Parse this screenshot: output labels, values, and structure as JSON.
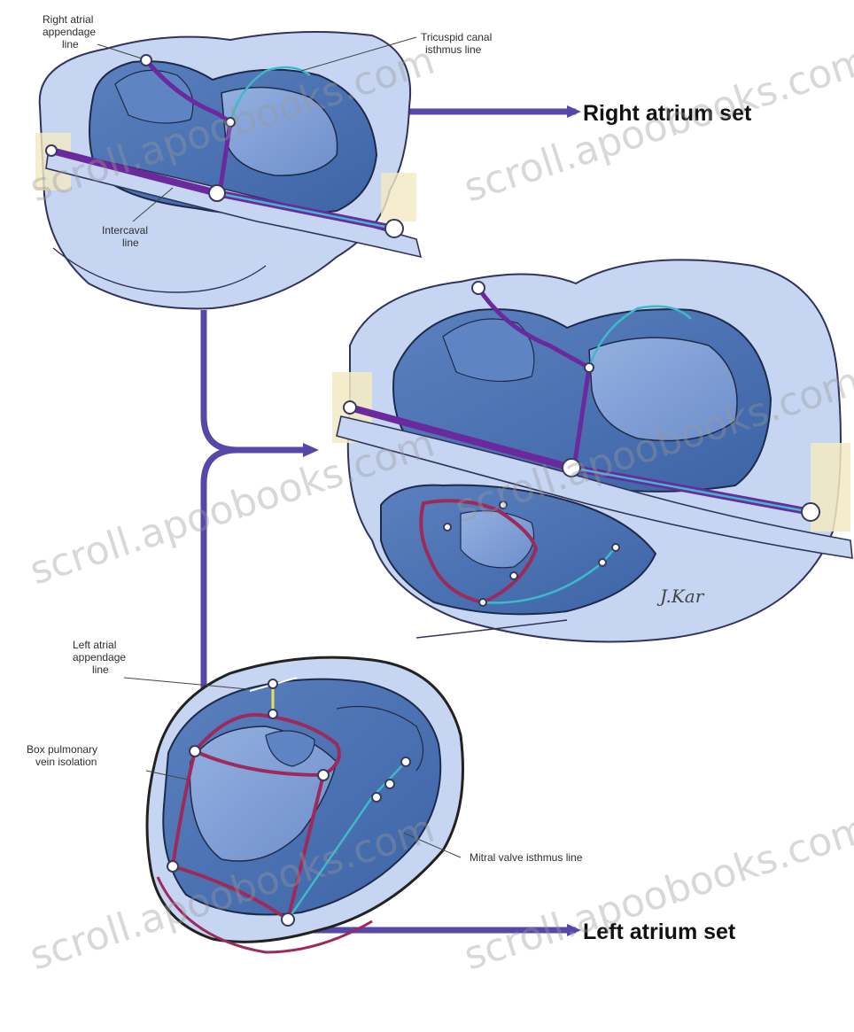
{
  "labels": {
    "right_atrial_appendage": [
      "Right atrial",
      "appendage",
      "line"
    ],
    "tricuspid_isthmus": [
      "Tricuspid canal",
      "isthmus line"
    ],
    "intercaval": [
      "Intercaval",
      "line"
    ],
    "left_atrial_appendage": [
      "Left atrial",
      "appendage",
      "line"
    ],
    "box_pulmonary": [
      "Box pulmonary",
      "vein isolation"
    ],
    "mitral_isthmus": "Mitral valve isthmus line"
  },
  "sets": {
    "right": "Right atrium set",
    "left": "Left atrium set"
  },
  "watermark": "scroll.apoobooks.com",
  "signature": "J.Kar",
  "colors": {
    "connector": "#5548a8",
    "purple_line": "#6a2a9e",
    "cyan_line": "#3fb9c9",
    "red_line": "#9c2a5a",
    "tissue_light": "#c5d5f2",
    "tissue_mid": "#7c9bd2",
    "tissue_dark": "#4a6fae"
  }
}
